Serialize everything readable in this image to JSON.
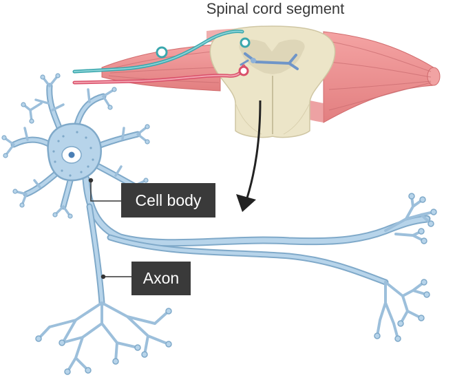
{
  "diagram": {
    "title": "Spinal cord segment",
    "labels": {
      "cell_body": "Cell body",
      "axon": "Axon"
    },
    "colors": {
      "neuron_fill": "#b7d4ea",
      "neuron_stroke": "#7fa9c9",
      "muscle": "#ef9090",
      "spinal_cord": "#ece5c8",
      "motor_neuron": "#d9506a",
      "sensory_neuron": "#3aa7ad",
      "interneuron": "#8fb2d8",
      "label_box": "#3a3a3a",
      "arrow": "#222222"
    }
  }
}
